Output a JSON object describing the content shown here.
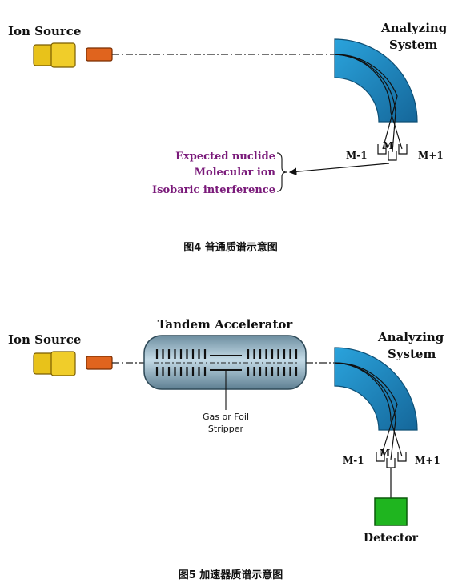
{
  "fig4": {
    "ion_source_label": "Ion Source",
    "analyzing_line1": "Analyzing",
    "analyzing_line2": "System",
    "m_minus": "M-1",
    "m_center": "M",
    "m_plus": "M+1",
    "notes": [
      "Expected nuclide",
      "Molecular ion",
      "Isobaric interference"
    ],
    "caption": "图4  普通质谱示意图"
  },
  "fig5": {
    "ion_source_label": "Ion Source",
    "accelerator_label": "Tandem Accelerator",
    "stripper_line1": "Gas or Foil",
    "stripper_line2": "Stripper",
    "analyzing_line1": "Analyzing",
    "analyzing_line2": "System",
    "m_minus": "M-1",
    "m_center": "M",
    "m_plus": "M+1",
    "detector_label": "Detector",
    "caption": "图5  加速器质谱示意图"
  },
  "colors": {
    "source_yellow": "#e8c21a",
    "orange": "#e0641e",
    "magnet_blue": "#1a8fc8",
    "detector_green": "#1fb51f",
    "note_purple": "#7a1a7a",
    "tank_blue": "#a9c7d6"
  }
}
